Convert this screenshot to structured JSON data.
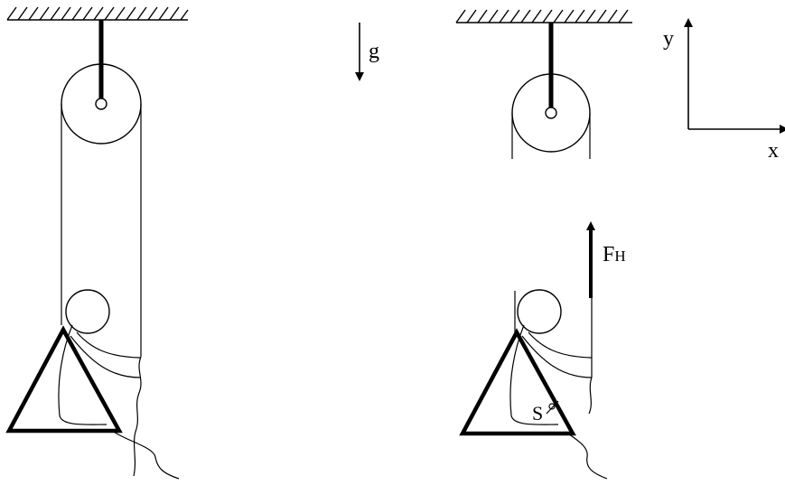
{
  "labels": {
    "gravity": "g",
    "axis_y": "y",
    "axis_x": "x",
    "force_main": "F",
    "force_sub": "H",
    "point_s": "S"
  },
  "colors": {
    "ink": "#000000",
    "background": "#ffffff"
  }
}
